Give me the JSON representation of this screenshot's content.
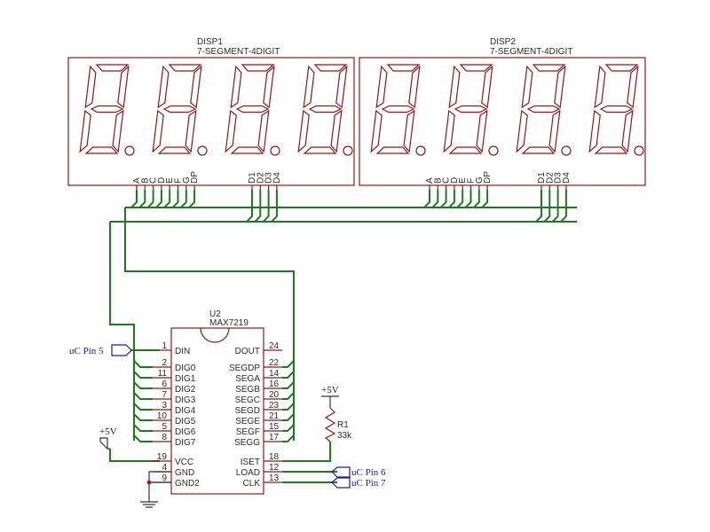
{
  "displays": [
    {
      "ref": "DISP1",
      "value": "7-SEGMENT-4DIGIT",
      "seg_pins": [
        "A",
        "B",
        "C",
        "D",
        "E",
        "F",
        "G",
        "DP"
      ],
      "dig_pins": [
        "D1",
        "D2",
        "D3",
        "D4"
      ]
    },
    {
      "ref": "DISP2",
      "value": "7-SEGMENT-4DIGIT",
      "seg_pins": [
        "A",
        "B",
        "C",
        "D",
        "E",
        "F",
        "G",
        "DP"
      ],
      "dig_pins": [
        "D1",
        "D2",
        "D3",
        "D4"
      ]
    }
  ],
  "ic": {
    "ref": "U2",
    "value": "MAX7219",
    "left_pins": [
      {
        "num": "1",
        "name": "DIN"
      },
      {
        "num": "2",
        "name": "DIG0"
      },
      {
        "num": "11",
        "name": "DIG1"
      },
      {
        "num": "6",
        "name": "DIG2"
      },
      {
        "num": "7",
        "name": "DIG3"
      },
      {
        "num": "3",
        "name": "DIG4"
      },
      {
        "num": "10",
        "name": "DIG5"
      },
      {
        "num": "5",
        "name": "DIG6"
      },
      {
        "num": "8",
        "name": "DIG7"
      },
      {
        "num": "19",
        "name": "VCC"
      },
      {
        "num": "4",
        "name": "GND"
      },
      {
        "num": "9",
        "name": "GND2"
      }
    ],
    "right_pins": [
      {
        "num": "24",
        "name": "DOUT"
      },
      {
        "num": "22",
        "name": "SEGDP"
      },
      {
        "num": "14",
        "name": "SEGA"
      },
      {
        "num": "16",
        "name": "SEGB"
      },
      {
        "num": "20",
        "name": "SEGC"
      },
      {
        "num": "23",
        "name": "SEGD"
      },
      {
        "num": "21",
        "name": "SEGE"
      },
      {
        "num": "15",
        "name": "SEGF"
      },
      {
        "num": "17",
        "name": "SEGG"
      },
      {
        "num": "18",
        "name": "ISET"
      },
      {
        "num": "12",
        "name": "LOAD"
      },
      {
        "num": "13",
        "name": "CLK"
      }
    ]
  },
  "resistor": {
    "ref": "R1",
    "value": "33k"
  },
  "power": {
    "vcc_label_1": "+5V",
    "vcc_label_2": "+5V"
  },
  "ports": {
    "din": "uC Pin 5",
    "load": "uC Pin 6",
    "clk": "uC Pin 7"
  },
  "colors": {
    "component": "#8a1a1a",
    "wire": "#1f7a1f",
    "port": "#1a1aa0"
  }
}
